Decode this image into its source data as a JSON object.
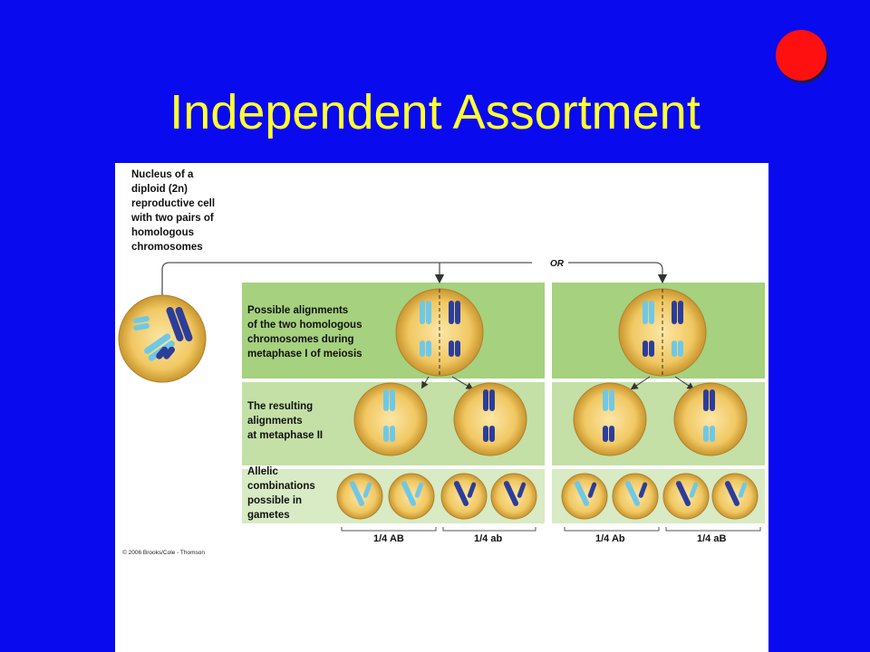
{
  "slide": {
    "title": "Independent Assortment"
  },
  "colors": {
    "background": "#0a0aee",
    "title": "#ffff33",
    "dot": "#ff1010",
    "green_band": "#a6d17e",
    "cell": "#f0c96a",
    "chromosome_light": "#6fc8e6",
    "chromosome_dark": "#2c3d9a"
  },
  "figure": {
    "nucleus_label": [
      "Nucleus of a",
      "diploid (2n)",
      "reproductive cell",
      "with two pairs of",
      "homologous",
      "chromosomes"
    ],
    "or_label": "OR",
    "row_labels": {
      "alignments": [
        "Possible alignments",
        "of the two homologous",
        "chromosomes during",
        "metaphase I of meiosis"
      ],
      "resulting": [
        "The resulting",
        "alignments",
        "at metaphase II"
      ],
      "allelic": [
        "Allelic",
        "combinations",
        "possible in",
        "gametes"
      ]
    },
    "gamete_labels": [
      "1/4 AB",
      "1/4 ab",
      "1/4 Ab",
      "1/4 aB"
    ],
    "copyright": "© 2006 Brooks/Cole - Thomson"
  }
}
